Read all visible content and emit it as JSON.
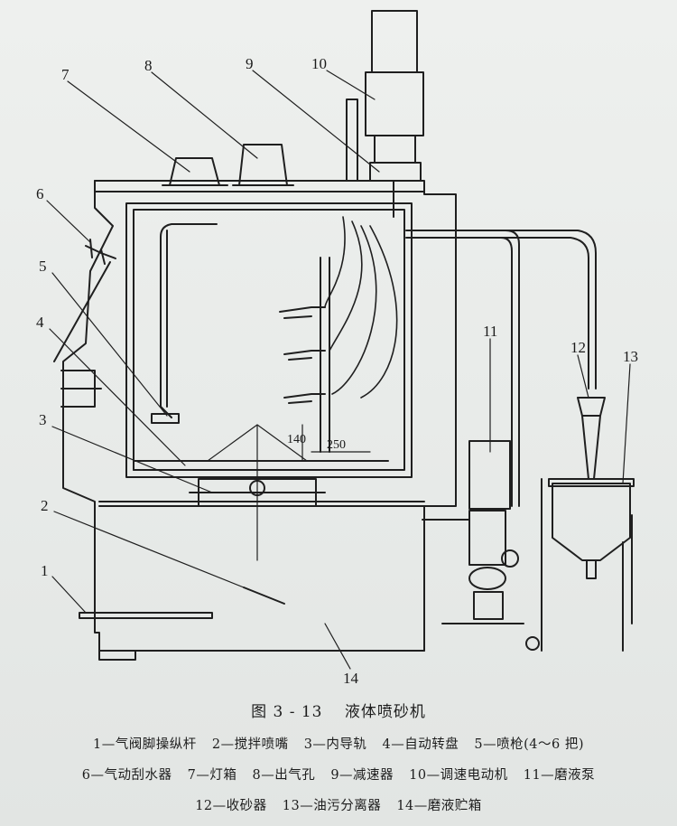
{
  "figure": {
    "number": "图 3 - 13",
    "title": "液体喷砂机"
  },
  "callouts": [
    "1",
    "2",
    "3",
    "4",
    "5",
    "6",
    "7",
    "8",
    "9",
    "10",
    "11",
    "12",
    "13",
    "14"
  ],
  "dimensions": {
    "d140": "140",
    "d250": "250"
  },
  "legend": [
    "1—气阀脚操纵杆",
    "2—搅拌喷嘴",
    "3—内导轨",
    "4—自动转盘",
    "5—喷枪(4～6 把)",
    "6—气动刮水器",
    "7—灯箱",
    "8—出气孔",
    "9—减速器",
    "10—调速电动机",
    "11—磨液泵",
    "12—收砂器",
    "13—油污分离器",
    "14—磨液贮箱"
  ]
}
